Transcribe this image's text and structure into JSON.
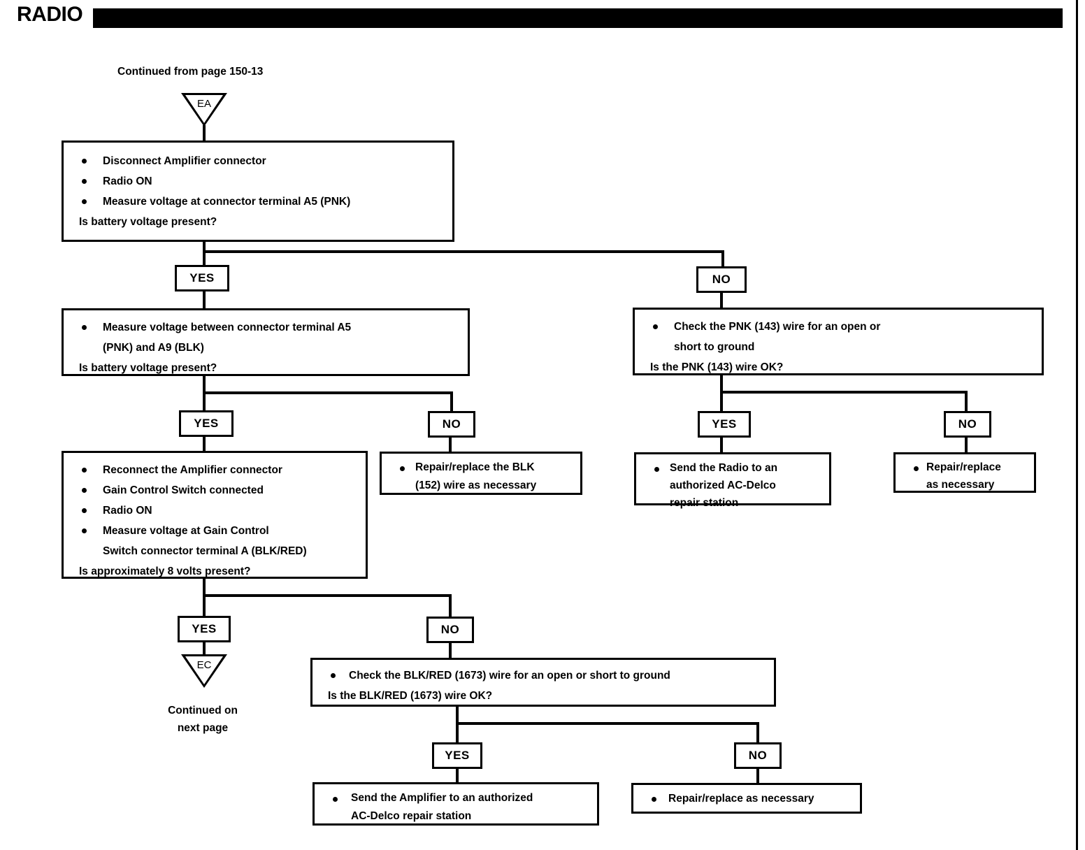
{
  "header": {
    "title": "RADIO",
    "bar_color": "#000000"
  },
  "page": {
    "continued_from": "Continued from page 150-13",
    "continued_next": "Continued  on\nnext page",
    "continued_next_line1": "Continued  on",
    "continued_next_line2": "next page"
  },
  "connectors": {
    "entry": {
      "label": "EA"
    },
    "exit": {
      "label": "EC"
    }
  },
  "labels": {
    "yes": "YES",
    "no": "NO"
  },
  "nodes": {
    "step1": {
      "bullets": [
        "Disconnect Amplifier connector",
        "Radio ON",
        "Measure voltage at connector terminal   A5    (PNK)"
      ],
      "question": "Is battery voltage present?"
    },
    "step2_yes": {
      "bullet_line1": "Measure voltage between connector terminal   A5",
      "bullet_line2": "(PNK) and   A9    (BLK)",
      "question": "Is battery voltage present?"
    },
    "step2_no": {
      "bullet_line1": "Check the PNK (143) wire for an open or",
      "bullet_line2": "short to ground",
      "question": "Is the PNK (143) wire OK?"
    },
    "step3_yes": {
      "bullets": [
        "Reconnect the Amplifier connector",
        "Gain Control Switch connected",
        "Radio ON"
      ],
      "bullet4_line1": "Measure voltage at Gain Control",
      "bullet4_line2": "Switch connector terminal A (BLK/RED)",
      "question": "Is approximately 8 volts present?"
    },
    "step3_no": {
      "line1": "Repair/replace the BLK",
      "line2": "(152) wire as necessary"
    },
    "pnk_yes": {
      "line1": "Send the Radio to an",
      "line2": "authorized AC-Delco",
      "line3": "repair station"
    },
    "pnk_no": {
      "line1": "Repair/replace",
      "line2": "as necessary"
    },
    "blkred_check": {
      "bullet": "Check the BLK/RED (1673) wire for an open or short to ground",
      "question": "Is the BLK/RED (1673) wire OK?"
    },
    "blkred_yes": {
      "line1": "Send the Amplifier to an authorized",
      "line2": "AC-Delco repair station"
    },
    "blkred_no": {
      "line1": "Repair/replace as necessary"
    }
  }
}
